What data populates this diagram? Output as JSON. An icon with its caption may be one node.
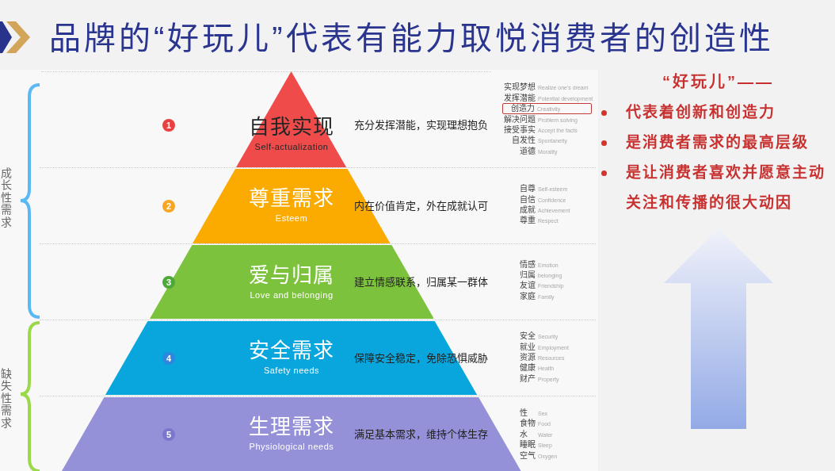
{
  "diagram": {
    "title": "品牌的“好玩儿”代表有能力取悦消费者的创造性",
    "nodes": [
      {
        "text": [
          "自我实现",
          "Self-actualization"
        ],
        "beside": [
          "充分发挥潜能，实现理想抱负"
        ]
      },
      {
        "text": [
          "尊重需求",
          "Esteem"
        ],
        "beside": [
          "2",
          "内在价值肯定，外在成就认可"
        ]
      },
      {
        "text": [
          "爱与归属",
          "Love and belonging"
        ],
        "beside": [
          "3",
          "建立情感联系，归属某一群体"
        ]
      },
      {
        "text": [
          "4",
          "安全需求",
          "Safety needs",
          "保障安全稳定，免除恐惧威胁"
        ]
      },
      {
        "text": [
          "5",
          "生理需求",
          "Physiological needs",
          "满足基本需求，维持个体生存"
        ]
      },
      {
        "text": [
          "创造力",
          "Creativity"
        ]
      }
    ],
    "labels": [
      "1",
      "成长性需求",
      "缺失性需求",
      "实现梦想",
      "Realize one's dream",
      "发挥潜能",
      "Potential development",
      "解决问题",
      "Problem solving",
      "接受事实",
      "Accept the facts",
      "自发性",
      "Spontaneity",
      "道德",
      "Morality",
      "自尊",
      "Self-esteem",
      "自信",
      "Confidence",
      "成就",
      "Achievement",
      "尊重",
      "Respect",
      "情感",
      "Emotion",
      "归属",
      "belonging",
      "友谊",
      "Friendship",
      "家庭",
      "Family",
      "安全",
      "Security",
      "就业",
      "Employment",
      "资源",
      "Resources",
      "健康",
      "Health",
      "财产",
      "Property",
      "性",
      "Sex",
      "食物",
      "Food",
      "水",
      "Water",
      "睡眠",
      "Sleep",
      "空气",
      "Oxygen",
      "“好玩儿”——",
      "代表着创新和创造力",
      "是消费者需求的最高层级",
      "是让消费者喜欢并愿意主动关注和传播的很大动因"
    ]
  }
}
